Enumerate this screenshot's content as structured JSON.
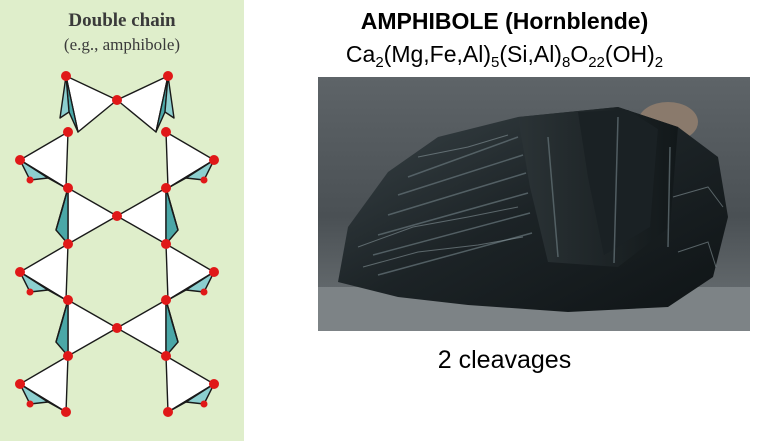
{
  "diagram": {
    "title": "Double chain",
    "subtitle": "(e.g., amphibole)"
  },
  "mineral": {
    "title": "AMPHIBOLE (Hornblende)",
    "formula_parts": [
      "Ca",
      "2",
      "(Mg,Fe,Al)",
      "5",
      "(Si,Al)",
      "8",
      "O",
      "22",
      "(OH)",
      "2"
    ]
  },
  "caption": "2 cleavages"
}
